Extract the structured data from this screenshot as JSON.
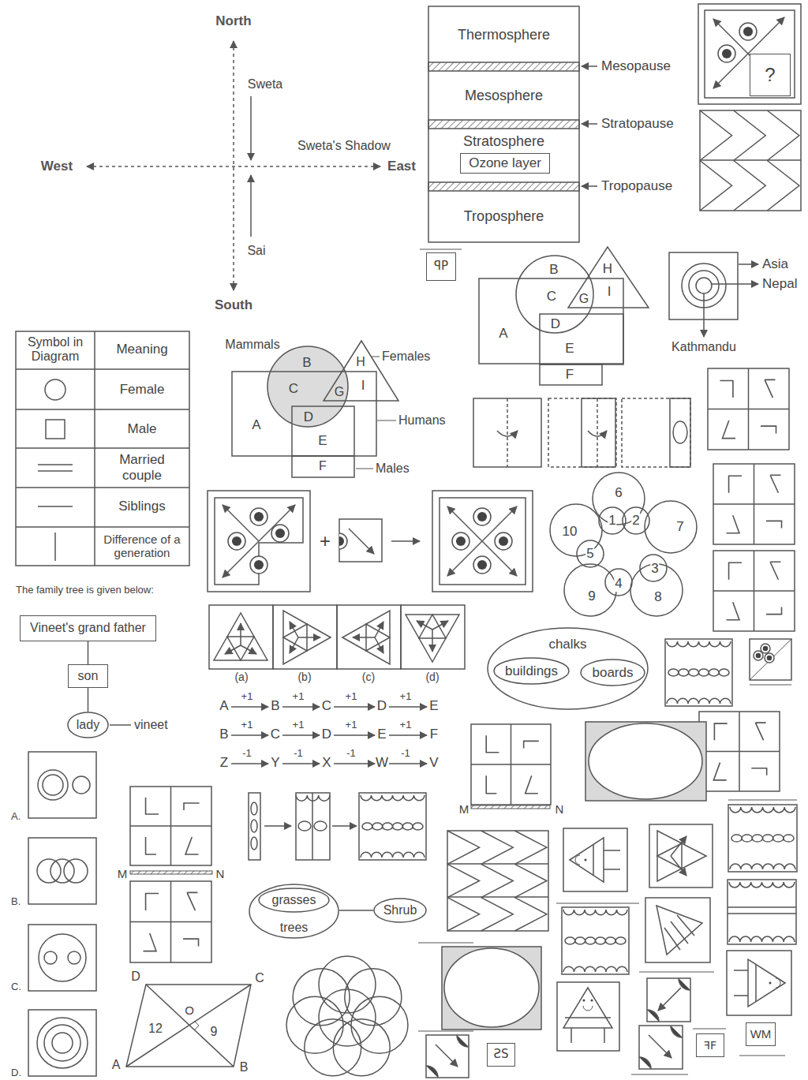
{
  "diagram": {
    "nodes": [
      {
        "text": [
          "Thermosphere"
        ]
      },
      {
        "text": [
          "Mesosphere"
        ]
      },
      {
        "text": [
          "Stratosphere"
        ]
      },
      {
        "text": [
          "Ozone layer"
        ],
        "in": 2
      },
      {
        "text": [
          "Troposphere"
        ]
      },
      {
        "text": [
          "?"
        ]
      },
      {
        "text": [
          "ꟼP"
        ]
      },
      {
        "text": [
          "Vineet's grand father"
        ]
      },
      {
        "text": [
          "son"
        ]
      },
      {
        "text": [
          "lady"
        ]
      },
      {
        "text": [
          "chalks"
        ]
      },
      {
        "text": [
          "buildings"
        ],
        "in": 10
      },
      {
        "text": [
          "boards"
        ],
        "in": 10
      },
      {
        "text": [
          "trees"
        ]
      },
      {
        "text": [
          "grasses"
        ],
        "in": 13
      },
      {
        "text": [
          "Shrub"
        ]
      },
      {
        "text": [
          "ƧS"
        ]
      },
      {
        "text": [
          "ꟻF"
        ]
      },
      {
        "text": [
          "WM"
        ]
      }
    ],
    "edges": [
      {
        "from": 7,
        "to": 8,
        "arrow": "none"
      },
      {
        "from": 8,
        "to": 9,
        "arrow": "none"
      },
      {
        "from": 13,
        "to": 15,
        "arrow": "none"
      }
    ],
    "labels": [
      "North",
      "Sweta",
      "Sweta's Shadow",
      "West",
      "East",
      "Sai",
      "South",
      "Mesopause",
      "Stratopause",
      "Tropopause",
      "B",
      "H",
      "C",
      "G",
      "I",
      "A",
      "D",
      "E",
      "F",
      "Asia",
      "Nepal",
      "Kathmandu",
      "Symbol in Diagram",
      "Meaning",
      "Mammals",
      "B",
      "H",
      "Females",
      "C",
      "G",
      "I",
      "A",
      "D",
      "E",
      "Humans",
      "F",
      "Males",
      "+",
      "6",
      "1",
      "2",
      "7",
      "10",
      "5",
      "3",
      "9",
      "4",
      "8",
      "The family tree is given below:",
      "(a)",
      "(b)",
      "(c)",
      "(d)",
      "vineet",
      "A",
      "+1",
      "B",
      "+1",
      "C",
      "+1",
      "D",
      "+1",
      "E",
      "B",
      "+1",
      "C",
      "+1",
      "D",
      "+1",
      "E",
      "+1",
      "F",
      "Z",
      "-1",
      "Y",
      "-1",
      "X",
      "-1",
      "W",
      "-1",
      "V",
      "A.",
      "M",
      "N",
      "B.",
      "M",
      "N",
      "C.",
      "D",
      "C",
      "O",
      "12",
      "9",
      "A",
      "B",
      "D."
    ],
    "legend": [
      {
        "text": "Female"
      },
      {
        "text": "Male"
      },
      {
        "text": "Married couple"
      },
      {
        "text": "Siblings"
      },
      {
        "text": "Difference of a generation"
      }
    ]
  }
}
